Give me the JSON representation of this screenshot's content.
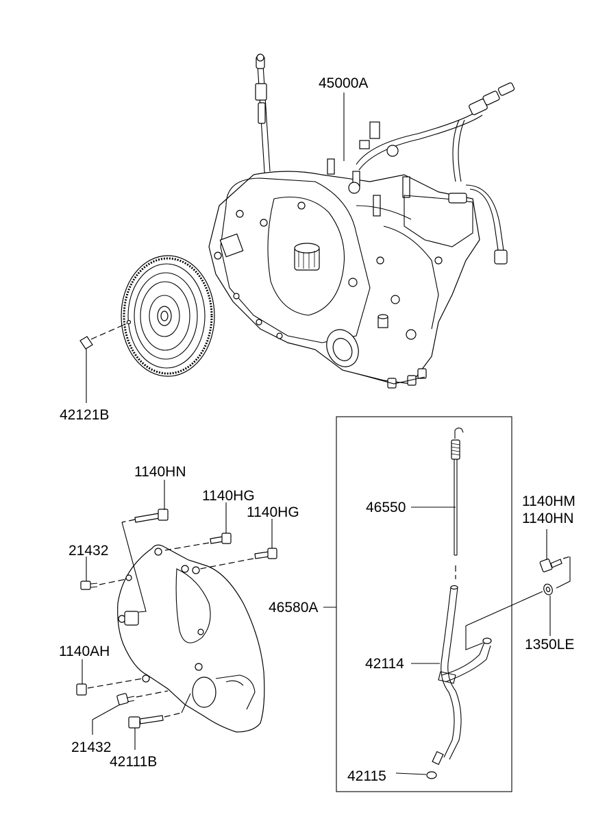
{
  "labels": {
    "transaxle": "45000A",
    "drive_plate": "42121B",
    "bolt_top_1": "1140HN",
    "bolt_top_2": "1140HG",
    "bolt_top_3": "1140HG",
    "dowel_1": "21432",
    "bolt_left": "1140AH",
    "dowel_2": "21432",
    "bolt_bottom": "42111B",
    "oil_level_gauge": "46550",
    "gauge_assy": "46580A",
    "guide_tube": "42114",
    "o_ring": "42115",
    "bolt_right_1": "1140HM",
    "bolt_right_2": "1140HN",
    "washer": "1350LE"
  }
}
